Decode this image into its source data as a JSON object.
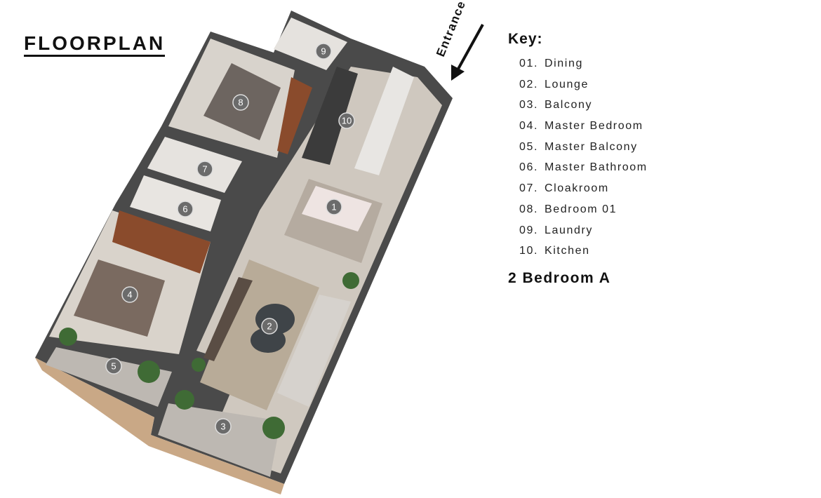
{
  "title": "FLOORPLAN",
  "entrance_label": "Entrance",
  "key": {
    "heading": "Key:",
    "items": [
      {
        "num": "01.",
        "label": "Dining"
      },
      {
        "num": "02.",
        "label": "Lounge"
      },
      {
        "num": "03.",
        "label": "Balcony"
      },
      {
        "num": "04.",
        "label": "Master Bedroom"
      },
      {
        "num": "05.",
        "label": "Master Balcony"
      },
      {
        "num": "06.",
        "label": "Master Bathroom"
      },
      {
        "num": "07.",
        "label": "Cloakroom"
      },
      {
        "num": "08.",
        "label": "Bedroom 01"
      },
      {
        "num": "09.",
        "label": "Laundry"
      },
      {
        "num": "10.",
        "label": "Kitchen"
      }
    ]
  },
  "unit_name": "2 Bedroom A",
  "markers": [
    "1",
    "2",
    "3",
    "4",
    "5",
    "6",
    "7",
    "8",
    "9",
    "10"
  ],
  "colors": {
    "wall": "#4a4a4a",
    "floor": "#cfc8bf",
    "wood": "#8a4b2c",
    "marker": "#6b6b6b"
  }
}
